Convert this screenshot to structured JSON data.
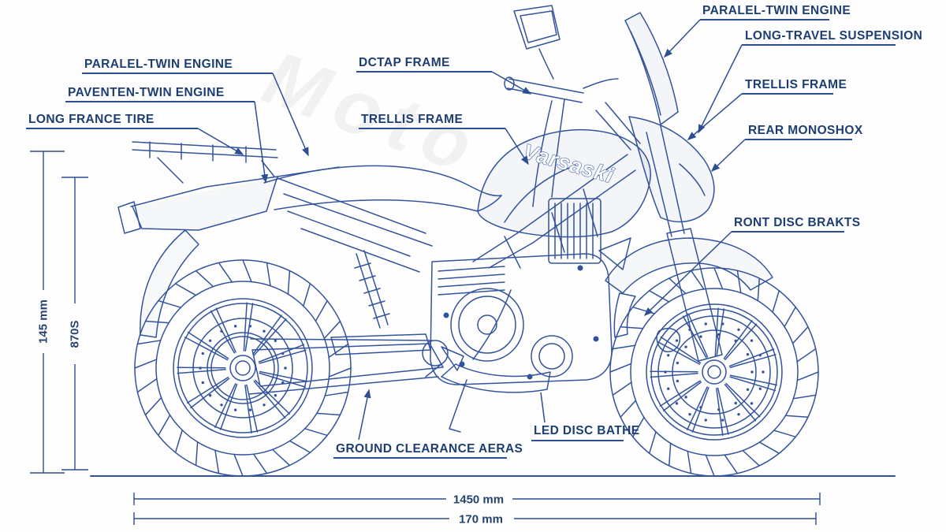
{
  "colors": {
    "line": "#33539c",
    "label": "#1d3e73",
    "dimension": "#2d4f92",
    "background": "#fefefe"
  },
  "watermark": "Moto",
  "bike_logo": "Varsaski",
  "labels": {
    "left": [
      {
        "id": "parallel-twin-engine-left",
        "text": "PARALEL-TWIN ENGINE"
      },
      {
        "id": "paventen-twin-engine",
        "text": "PAVENTEN-TWIN ENGINE"
      },
      {
        "id": "long-france-tire",
        "text": "LONG FRANCE TIRE"
      }
    ],
    "middle": [
      {
        "id": "dctap-frame",
        "text": "DCTAP FRAME"
      },
      {
        "id": "trellis-frame-mid",
        "text": "TRELLIS FRAME"
      }
    ],
    "right": [
      {
        "id": "parallel-twin-engine-right",
        "text": "PARALEL-TWIN ENGINE"
      },
      {
        "id": "long-travel-suspension",
        "text": "LONG-TRAVEL SUSPENSION"
      },
      {
        "id": "trellis-frame-right",
        "text": "TRELLIS FRAME"
      },
      {
        "id": "rear-monoshock",
        "text": "REAR MONOSHOX"
      },
      {
        "id": "front-disc-brakes",
        "text": "RONT DISC BRAKTS"
      }
    ],
    "bottom": [
      {
        "id": "ground-clearance",
        "text": "GROUND CLEARANCE AERAS"
      },
      {
        "id": "led-disc",
        "text": "LED DISC BATHE"
      }
    ]
  },
  "dimensions": {
    "wheelbase": "1450 mm",
    "ground_clearance": "170 mm",
    "height_left_outer": "145 mm",
    "height_left_inner": "870S"
  }
}
